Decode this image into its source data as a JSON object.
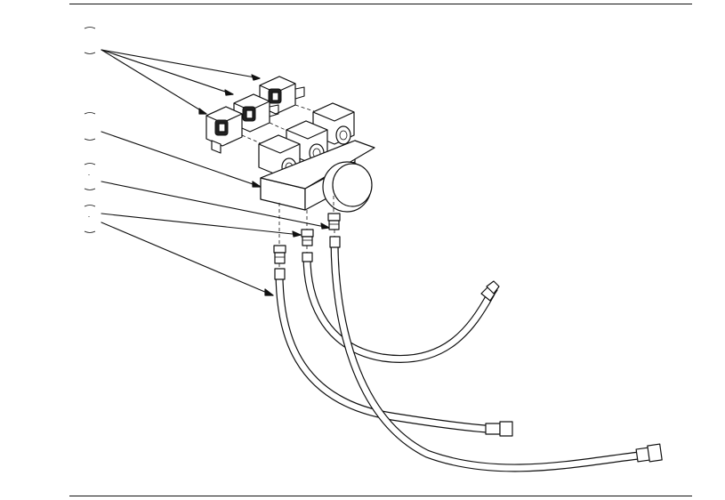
{
  "callouts": [
    {
      "id": "callout-1",
      "label": ""
    },
    {
      "id": "callout-2",
      "label": ""
    },
    {
      "id": "callout-3",
      "label": ""
    },
    {
      "id": "callout-4",
      "label": ""
    }
  ],
  "parts": {
    "coil_connectors": 3,
    "solenoid_coils": 3,
    "fittings": 3,
    "hoses": 3
  },
  "colors": {
    "line": "#111111",
    "background": "#ffffff"
  }
}
